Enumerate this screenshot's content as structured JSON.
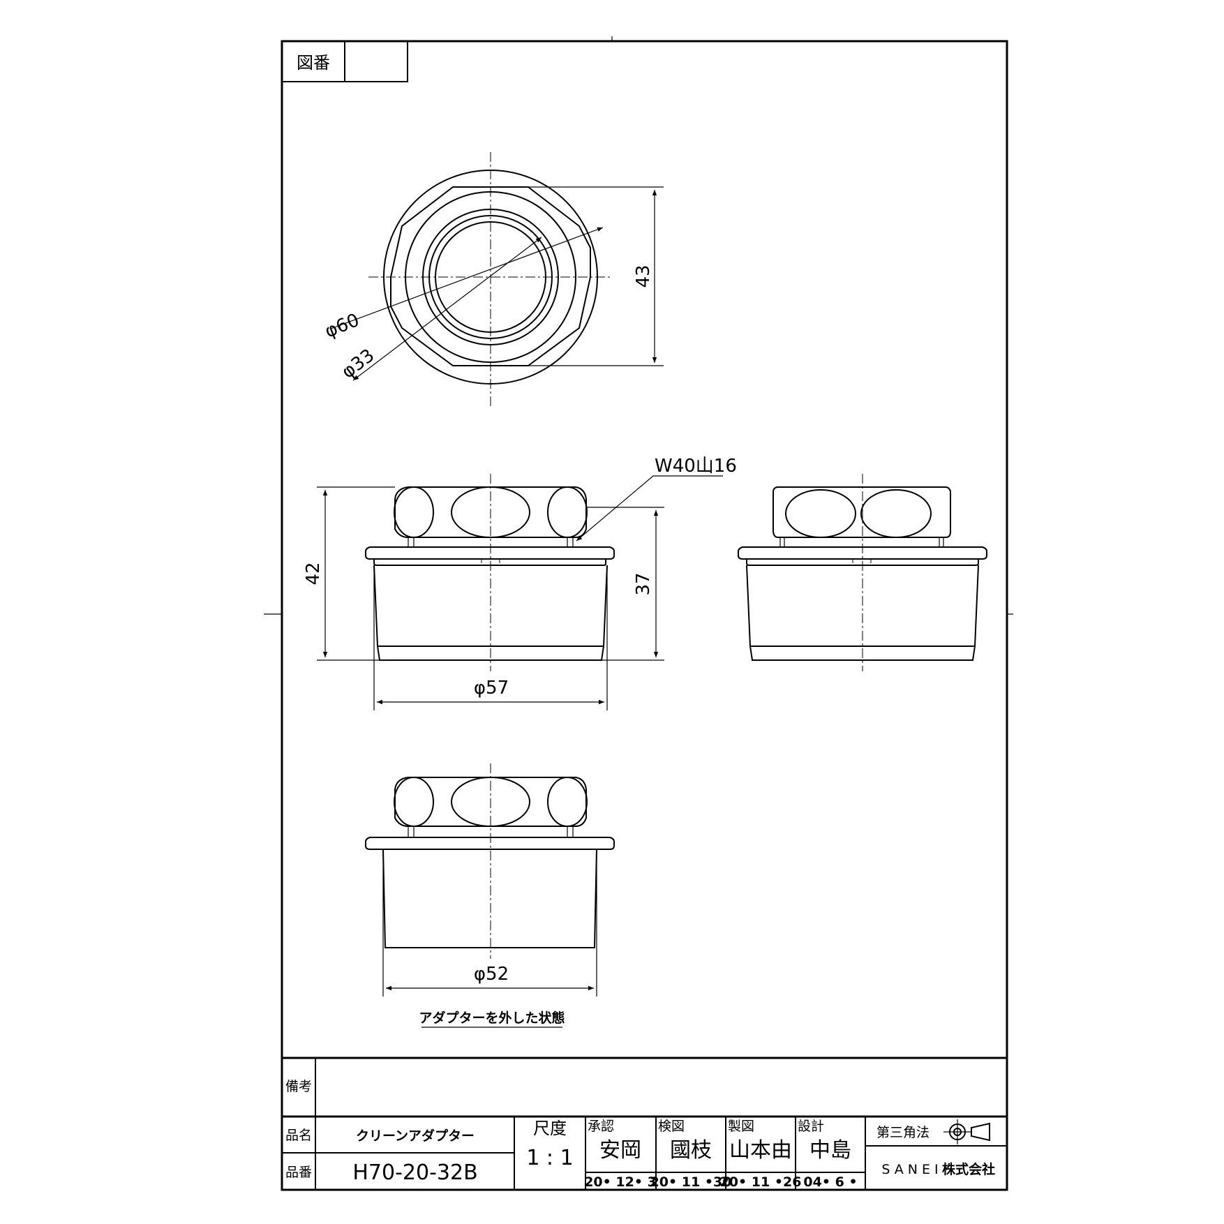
{
  "drawing": {
    "header": {
      "zuban_label": "図番",
      "zuban_value": ""
    },
    "dimensions": {
      "phi60": "φ60",
      "phi33": "φ33",
      "d43": "43",
      "thread": "W40山16",
      "d42": "42",
      "d37": "37",
      "phi57": "φ57",
      "phi52": "φ52"
    },
    "caption": "アダプターを外した状態",
    "titleblock": {
      "remarks_label": "備考",
      "remarks_value": "",
      "name_label": "品名",
      "name_value": "クリーンアダプター",
      "part_label": "品番",
      "part_value": "H70-20-32B",
      "scale_label": "尺度",
      "scale_value": "1 : 1",
      "approve_label": "承認",
      "approve_name": "安岡",
      "approve_date": "20• 12•  3",
      "check_label": "検図",
      "check_name": "國枝",
      "check_date": "20• 11 •30",
      "draw_label": "製図",
      "draw_name": "山本由",
      "draw_date": "20• 11 •26",
      "design_label": "設計",
      "design_name": "中島",
      "design_date": "04•  6 •",
      "projection_label": "第三角法",
      "company": "SANEI",
      "company_suffix": "株式会社"
    }
  }
}
